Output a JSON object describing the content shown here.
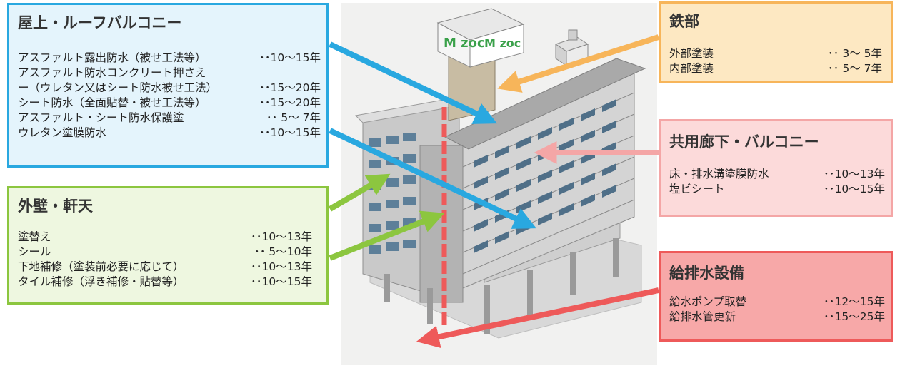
{
  "roof": {
    "title": "屋上・ルーフバルコニー",
    "items": [
      {
        "name": "アスファルト露出防水（被せ工法等）",
        "years": "･･10～15年"
      },
      {
        "name": "アスファルト防水コンクリート押さえ",
        "years": ""
      },
      {
        "name": "ー（ウレタン又はシート防水被せ工法）",
        "years": "･･15～20年"
      },
      {
        "name": "シート防水（全面貼替・被せ工法等）",
        "years": "･･15～20年"
      },
      {
        "name": "アスファルト・シート防水保護塗",
        "years": "･･ 5～ 7年"
      },
      {
        "name": "ウレタン塗膜防水",
        "years": "･･10～15年"
      }
    ]
  },
  "wall": {
    "title": "外壁・軒天",
    "items": [
      {
        "name": "塗替え",
        "years": "･･10～13年"
      },
      {
        "name": "シール",
        "years": "･･ 5～10年"
      },
      {
        "name": "下地補修（塗装前必要に応じて）",
        "years": "･･10～13年"
      },
      {
        "name": "タイル補修（浮き補修・貼替等）",
        "years": "･･10～15年"
      }
    ]
  },
  "iron": {
    "title": "鉄部",
    "items": [
      {
        "name": "外部塗装",
        "years": "･･ 3～ 5年"
      },
      {
        "name": "内部塗装",
        "years": "･･ 5～ 7年"
      }
    ]
  },
  "corridor": {
    "title": "共用廊下・バルコニー",
    "items": [
      {
        "name": "床・排水溝塗膜防水",
        "years": "･･10～13年"
      },
      {
        "name": "塩ビシート",
        "years": "･･10～15年"
      }
    ]
  },
  "plumbing": {
    "title": "給排水設備",
    "items": [
      {
        "name": "給水ポンプ取替",
        "years": "･･12～15年"
      },
      {
        "name": "給排水管更新",
        "years": "･･15～25年"
      }
    ]
  },
  "building": {
    "sign": "M zoc"
  },
  "colors": {
    "roof": "#29a8e0",
    "wall": "#8cc63f",
    "iron": "#f7b55a",
    "corridor": "#f4a6a6",
    "plumbing": "#ee5a5a"
  }
}
